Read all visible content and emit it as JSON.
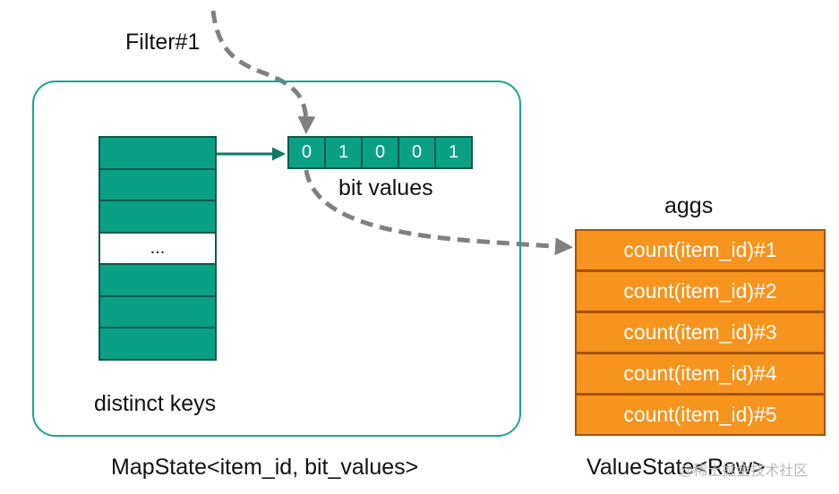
{
  "filter_label": "Filter#1",
  "bit_values_label": "bit values",
  "bits": [
    "0",
    "1",
    "0",
    "0",
    "1"
  ],
  "distinct_keys": {
    "label": "distinct keys",
    "cells": [
      "",
      "",
      "",
      "...",
      "",
      "",
      ""
    ]
  },
  "aggs_label": "aggs",
  "aggs": [
    "count(item_id)#1",
    "count(item_id)#2",
    "count(item_id)#3",
    "count(item_id)#4",
    "count(item_id)#5"
  ],
  "mapstate_caption": "MapState<item_id, bit_values>",
  "valuestate_caption": "ValueState<Row>",
  "watermark": "@稀土掘金技术社区",
  "colors": {
    "teal_fill": "#0aa084",
    "teal_border": "#0b5b4d",
    "container_border": "#19a690",
    "orange_fill": "#f7941d",
    "orange_border": "#a35206",
    "dashed_arrow": "#808080",
    "pointer_arrow": "#0b7a66"
  }
}
